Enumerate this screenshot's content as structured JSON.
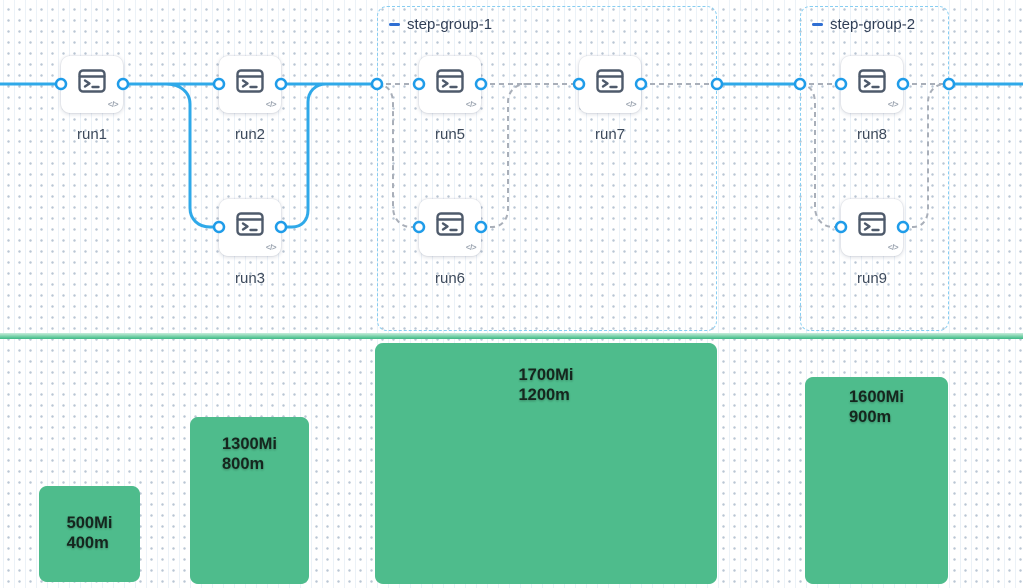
{
  "flow": {
    "nodes": [
      {
        "id": "run1",
        "label": "run1"
      },
      {
        "id": "run2",
        "label": "run2"
      },
      {
        "id": "run3",
        "label": "run3"
      },
      {
        "id": "run5",
        "label": "run5"
      },
      {
        "id": "run6",
        "label": "run6"
      },
      {
        "id": "run7",
        "label": "run7"
      },
      {
        "id": "run8",
        "label": "run8"
      },
      {
        "id": "run9",
        "label": "run9"
      }
    ],
    "groups": [
      {
        "id": "step-group-1",
        "label": "step-group-1"
      },
      {
        "id": "step-group-2",
        "label": "step-group-2"
      }
    ],
    "node_badge": "</>",
    "node_icon": "terminal-icon",
    "edges": [
      {
        "from": "start",
        "to": "run1",
        "style": "solid"
      },
      {
        "from": "run1",
        "to": "run2",
        "style": "solid"
      },
      {
        "from": "run1",
        "to": "run3",
        "style": "solid"
      },
      {
        "from": "run2",
        "to": "step-group-1",
        "style": "solid"
      },
      {
        "from": "run3",
        "to": "step-group-1",
        "style": "solid"
      },
      {
        "from": "step-group-1-in",
        "to": "run5",
        "style": "dashed"
      },
      {
        "from": "step-group-1-in",
        "to": "run6",
        "style": "dashed"
      },
      {
        "from": "run5",
        "to": "run7",
        "style": "dashed"
      },
      {
        "from": "run6",
        "to": "run7",
        "style": "dashed"
      },
      {
        "from": "run7",
        "to": "step-group-1-out",
        "style": "dashed"
      },
      {
        "from": "step-group-1-out",
        "to": "step-group-2-in",
        "style": "solid"
      },
      {
        "from": "step-group-2-in",
        "to": "run8",
        "style": "dashed"
      },
      {
        "from": "step-group-2-in",
        "to": "run9",
        "style": "dashed"
      },
      {
        "from": "run8",
        "to": "step-group-2-out",
        "style": "dashed"
      },
      {
        "from": "run9",
        "to": "step-group-2-out",
        "style": "dashed"
      },
      {
        "from": "step-group-2-out",
        "to": "end",
        "style": "solid"
      }
    ]
  },
  "chart_data": {
    "type": "bar",
    "title": "",
    "bars": [
      {
        "memory": "500Mi",
        "cpu": "400m",
        "memory_Mi": 500,
        "cpu_m": 400
      },
      {
        "memory": "1300Mi",
        "cpu": "800m",
        "memory_Mi": 1300,
        "cpu_m": 800
      },
      {
        "memory": "1700Mi",
        "cpu": "1200m",
        "memory_Mi": 1700,
        "cpu_m": 1200
      },
      {
        "memory": "1600Mi",
        "cpu": "900m",
        "memory_Mi": 1600,
        "cpu_m": 900
      }
    ],
    "bar_color": "#4ebc8c",
    "label_color": "#15261e",
    "legend": "none",
    "grid": "dotted-canvas"
  },
  "colors": {
    "edge_solid_blue": "#2fa9e9",
    "edge_dashed_gray": "#a9afb9",
    "port_ring_blue": "#1f9ce9",
    "group_border_blue": "#87cef2",
    "group_dash_blue": "#2f6fd3",
    "separator_green": "#3cba85",
    "node_icon_stroke": "#4e5a6b",
    "node_label_text": "#3d4a5c"
  }
}
